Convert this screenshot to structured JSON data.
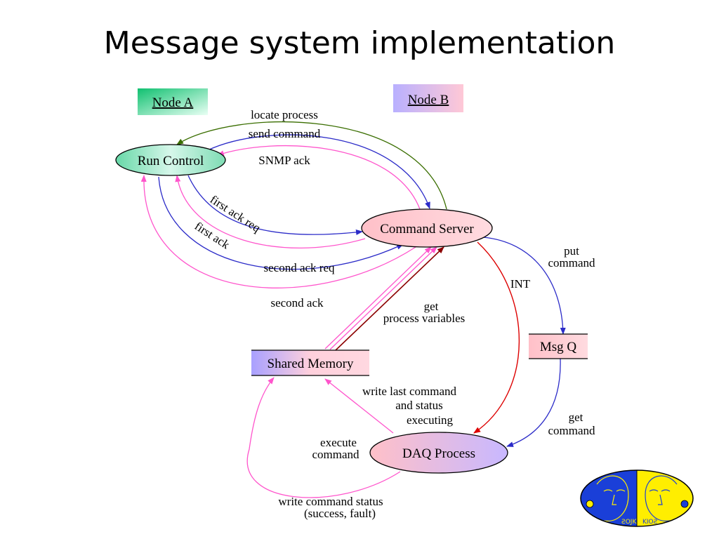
{
  "title": "Message system implementation",
  "nodes": {
    "node_a": "Node A",
    "node_b": "Node B",
    "run_control": "Run Control",
    "command_server": "Command Server",
    "msg_q": "Msg Q",
    "shared_memory": "Shared Memory",
    "daq_process": "DAQ Process"
  },
  "edges": {
    "locate_process": "locate process",
    "send_command": "send command",
    "snmp_ack": "SNMP ack",
    "first_ack_req": "first ack req",
    "first_ack": "first ack",
    "second_ack_req": "second ack req",
    "second_ack": "second ack",
    "get_process_variables_1": "get",
    "get_process_variables_2": "process variables",
    "put_command_1": "put",
    "put_command_2": "command",
    "int": "INT",
    "get_command_1": "get",
    "get_command_2": "command",
    "write_last_command_1": "write last command",
    "write_last_command_2": "and status",
    "write_last_command_3": "executing",
    "execute_command_1": "execute",
    "execute_command_2": "command",
    "write_command_status_1": "write command status",
    "write_command_status_2": "(success, fault)"
  },
  "logo": "CERN-style faces logo",
  "colors": {
    "green_arrow": "#3a6e00",
    "blue_arrow": "#2b2bc8",
    "pink_arrow": "#ff55cc",
    "red_arrow": "#dd0000",
    "darkred_arrow": "#8b0000"
  }
}
